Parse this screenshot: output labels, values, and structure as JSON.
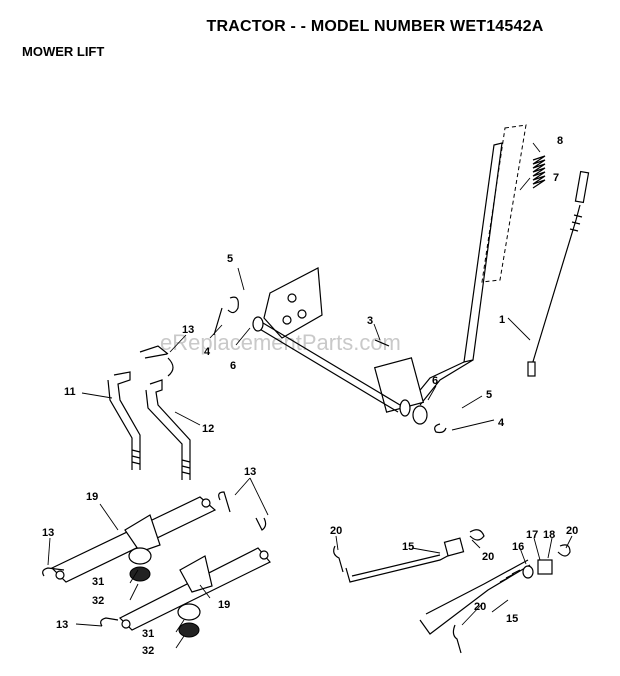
{
  "title": "TRACTOR - - MODEL NUMBER WET14542A",
  "subtitle": "MOWER LIFT",
  "watermark": "eReplacementParts.com",
  "callouts": [
    "1",
    "3",
    "4",
    "5",
    "6",
    "7",
    "8",
    "11",
    "12",
    "13",
    "15",
    "16",
    "17",
    "18",
    "19",
    "20",
    "31",
    "32"
  ]
}
